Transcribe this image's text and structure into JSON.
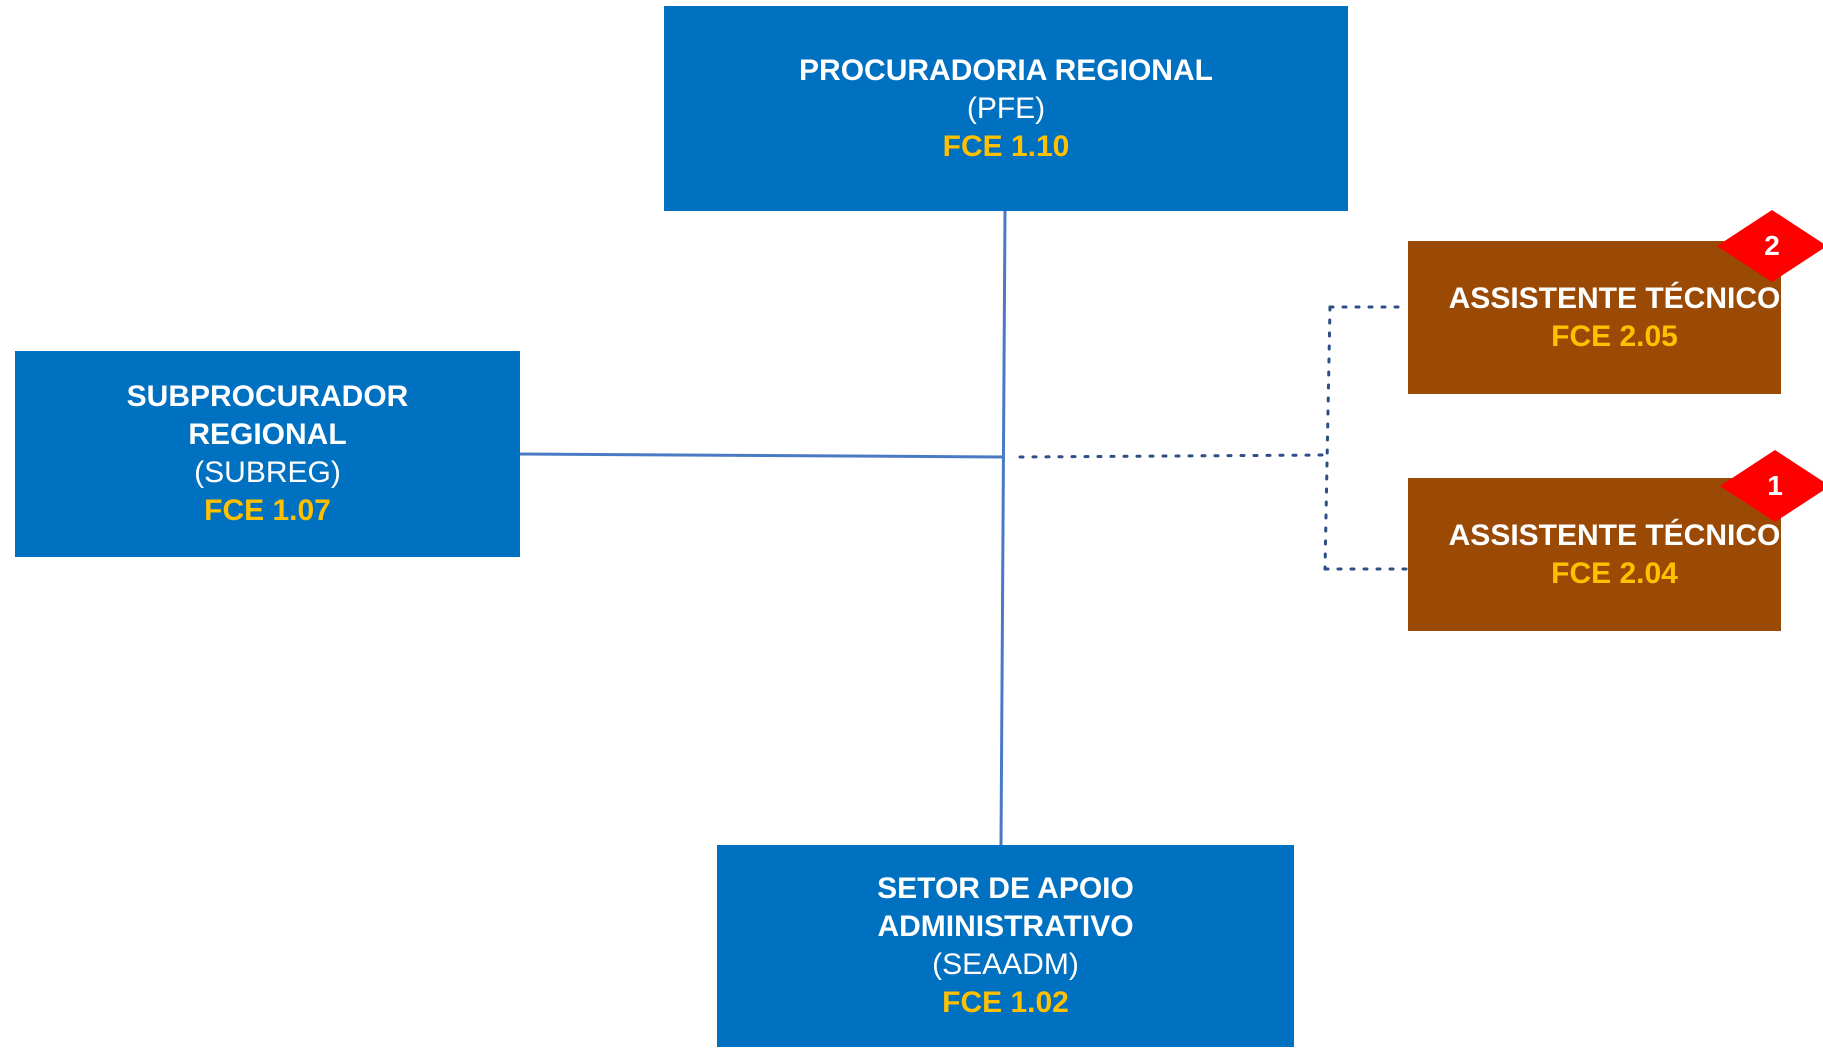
{
  "colors": {
    "blue_box": "#0070c0",
    "brown_box": "#9b4a06",
    "code_text": "#ffc000",
    "connector": "#4a7ac4",
    "dotted_connector": "#2e4e86",
    "badge": "#ff0000"
  },
  "nodes": {
    "pfe": {
      "title": "PROCURADORIA REGIONAL",
      "abbr": "(PFE)",
      "code": "FCE 1.10"
    },
    "subreg": {
      "title": "SUBPROCURADOR REGIONAL",
      "abbr": "(SUBREG)",
      "code": "FCE 1.07"
    },
    "seaadm": {
      "title": "SETOR DE APOIO ADMINISTRATIVO",
      "abbr": "(SEAADM)",
      "code": "FCE 1.02"
    },
    "assistente_1": {
      "title": "ASSISTENTE TÉCNICO",
      "code": "FCE 2.05",
      "badge": "2"
    },
    "assistente_2": {
      "title": "ASSISTENTE TÉCNICO",
      "code": "FCE 2.04",
      "badge": "1"
    }
  }
}
